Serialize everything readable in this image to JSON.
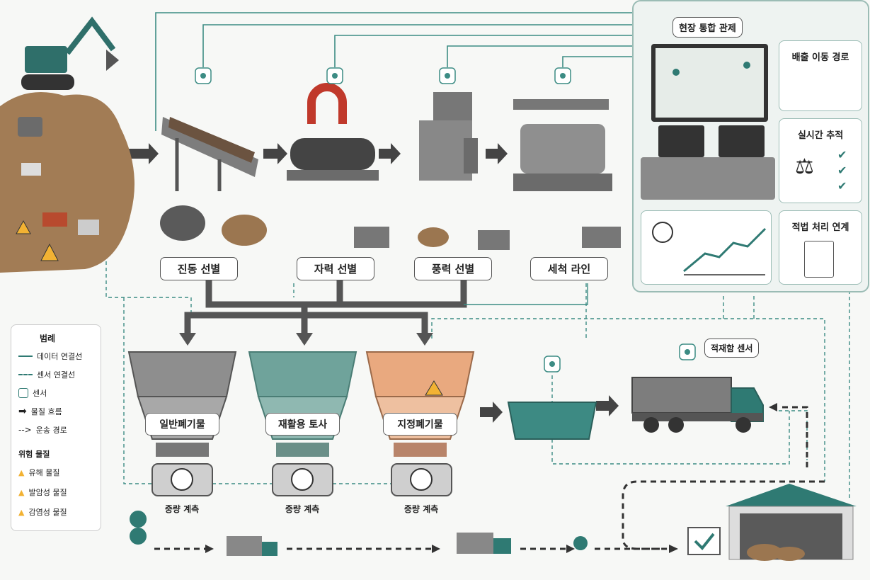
{
  "stages": [
    "진동 선별",
    "자력 선별",
    "풍력 선별",
    "세척 라인"
  ],
  "bins": [
    "일반폐기물",
    "재활용 토사",
    "지정폐기물"
  ],
  "scale_caption": "중량 계측",
  "bin_sensor_tag": "적재함 센서",
  "control": {
    "title": "현장 통합 관제",
    "cards": [
      "배출 이동 경로",
      "실시간 추적",
      "적법 처리 연계"
    ]
  },
  "legend": {
    "title": "범례",
    "items": [
      "데이터 연결선",
      "센서 연결선",
      "센서",
      "물질 흐름",
      "운송 경로"
    ],
    "hazard_title": "위험 물질",
    "hazards": [
      "유해 물질",
      "발암성 물질",
      "감염성 물질"
    ]
  },
  "colors": {
    "teal": "#2f7a73",
    "dark": "#4a4a4a",
    "hazard": "#f2b233",
    "orange_bin": "#e9a97f"
  }
}
